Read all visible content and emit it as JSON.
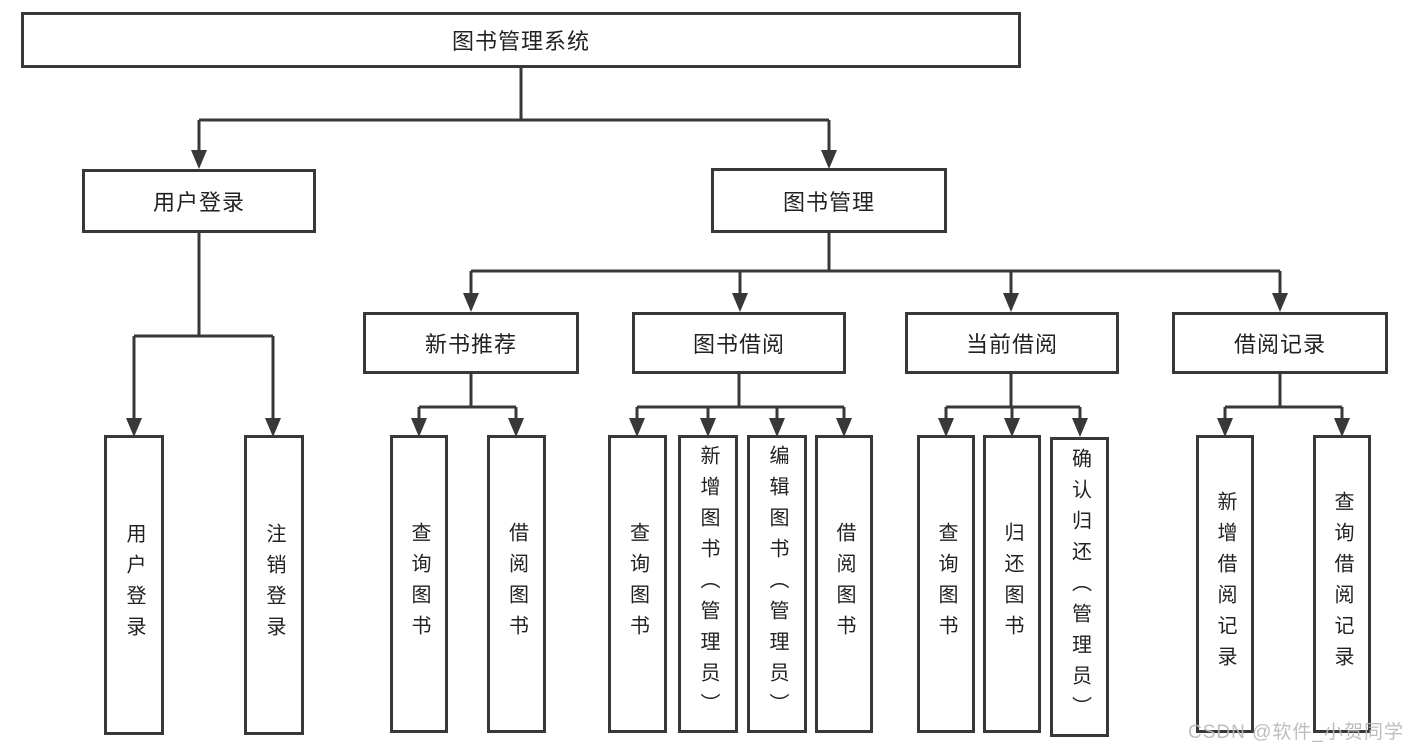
{
  "diagram": {
    "root": {
      "label": "图书管理系统"
    },
    "level2": [
      {
        "label": "用户登录",
        "children": [
          {
            "label": "用户登录"
          },
          {
            "label": "注销登录"
          }
        ]
      },
      {
        "label": "图书管理",
        "children": [
          {
            "label": "新书推荐",
            "children": [
              {
                "label": "查询图书"
              },
              {
                "label": "借阅图书"
              }
            ]
          },
          {
            "label": "图书借阅",
            "children": [
              {
                "label": "查询图书"
              },
              {
                "label": "新增图书（管理员）"
              },
              {
                "label": "编辑图书（管理员）"
              },
              {
                "label": "借阅图书"
              }
            ]
          },
          {
            "label": "当前借阅",
            "children": [
              {
                "label": "查询图书"
              },
              {
                "label": "归还图书"
              },
              {
                "label": "确认归还（管理员）"
              }
            ]
          },
          {
            "label": "借阅记录",
            "children": [
              {
                "label": "新增借阅记录"
              },
              {
                "label": "查询借阅记录"
              }
            ]
          }
        ]
      }
    ]
  },
  "watermark": {
    "text": "CSDN @软件_小贺同学"
  },
  "colors": {
    "line": "#383838",
    "text": "#222222",
    "watermark": "#b8b8b8",
    "background": "#ffffff"
  }
}
